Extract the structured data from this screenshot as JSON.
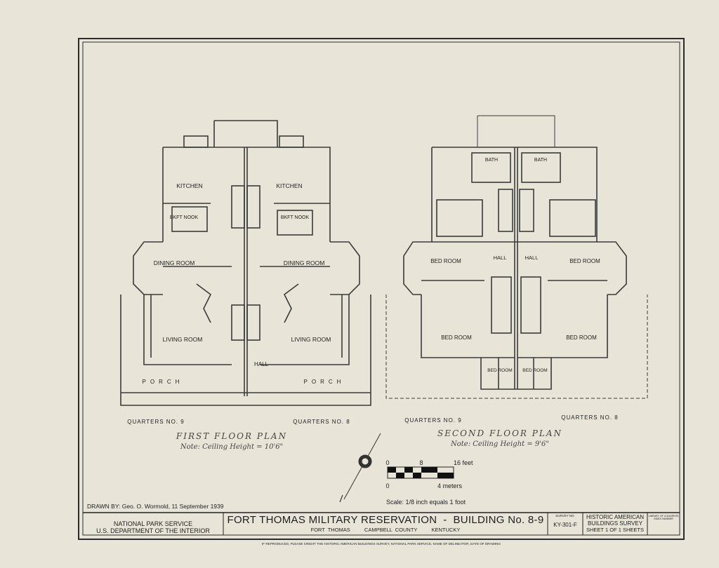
{
  "drawings": {
    "first_floor": {
      "title": "FIRST FLOOR PLAN",
      "note": "Note: Ceiling Height = 10'6\"",
      "rooms": {
        "kitchen_left": "KITCHEN",
        "kitchen_right": "KITCHEN",
        "breakfast_left": "BKFT NOOK",
        "breakfast_right": "BKFT NOOK",
        "dining_left": "DINING ROOM",
        "dining_right": "DINING ROOM",
        "living_left": "LIVING ROOM",
        "living_right": "LIVING ROOM",
        "hall": "HALL",
        "porch_left": "PORCH",
        "porch_right": "PORCH"
      },
      "quarters_left": "QUARTERS NO. 9",
      "quarters_right": "QUARTERS NO. 8"
    },
    "second_floor": {
      "title": "SECOND FLOOR PLAN",
      "note": "Note: Ceiling Height = 9'6\"",
      "rooms": {
        "bath_left": "BATH",
        "bath_right": "BATH",
        "bed_ul": "BED ROOM",
        "bed_ur": "BED ROOM",
        "bed_ll": "BED ROOM",
        "bed_lr": "BED ROOM",
        "bed_sl": "BED ROOM",
        "bed_sr": "BED ROOM",
        "hall_left": "HALL",
        "hall_right": "HALL"
      },
      "quarters_left": "QUARTERS NO. 9",
      "quarters_right": "QUARTERS NO. 8"
    }
  },
  "scale": {
    "ticks_feet": [
      "0",
      "8",
      "16 feet"
    ],
    "ticks_meters": [
      "0",
      "4 meters"
    ],
    "text": "Scale: 1/8 inch equals 1 foot"
  },
  "drawn_by": "DRAWN BY: Geo. O. Wormold, 11 September 1939",
  "title_block": {
    "agency_line1": "NATIONAL PARK SERVICE",
    "agency_line2": "U.S. DEPARTMENT OF THE INTERIOR",
    "title": "FORT THOMAS MILITARY RESERVATION  -  BUILDING No. 8-9",
    "location": [
      "FORT THOMAS",
      "CAMPBELL COUNTY",
      "KENTUCKY"
    ],
    "survey_no_label": "SURVEY NO.",
    "survey_no": "KY-301-F",
    "program_line1": "HISTORIC AMERICAN",
    "program_line2": "BUILDINGS SURVEY",
    "sheet": "SHEET 1 OF 1 SHEETS",
    "loc_label_1": "LIBRARY OF CONGRESS",
    "loc_label_2": "INDEX NUMBER"
  },
  "footer_note": "IF REPRODUCED, PLEASE CREDIT THE HISTORIC AMERICAN BUILDINGS SURVEY, NATIONAL PARK SERVICE, NAME OF DELINEATOR, DATE OF DRAWING"
}
